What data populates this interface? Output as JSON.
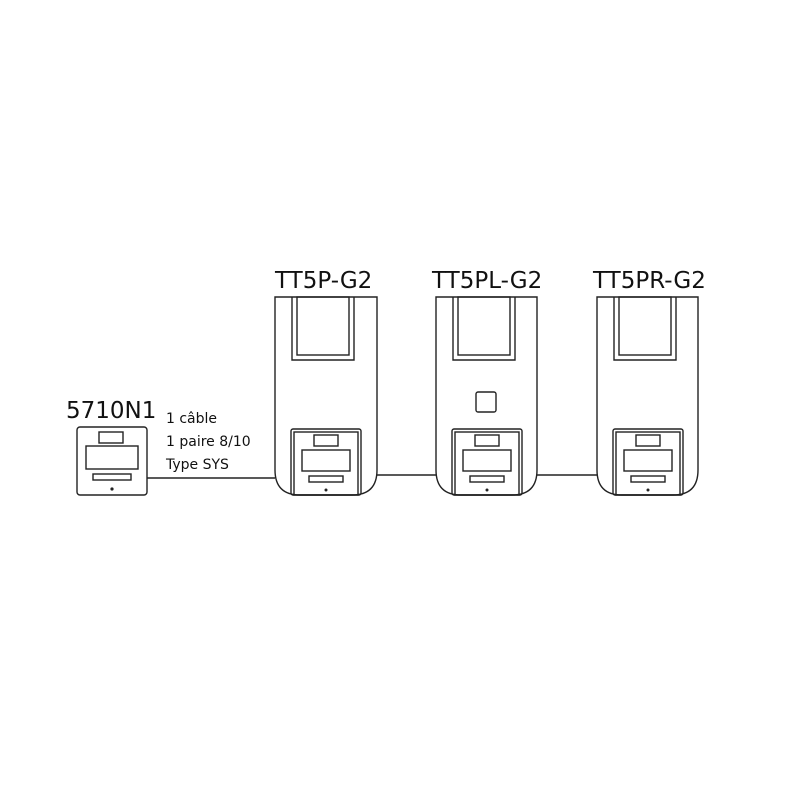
{
  "devices": [
    {
      "label": "5710N1"
    },
    {
      "label": "TT5P-G2"
    },
    {
      "label": "TT5PL-G2"
    },
    {
      "label": "TT5PR-G2"
    }
  ],
  "cable": {
    "line1": "1 câble",
    "line2": "1 paire 8/10",
    "line3": "Type SYS"
  }
}
